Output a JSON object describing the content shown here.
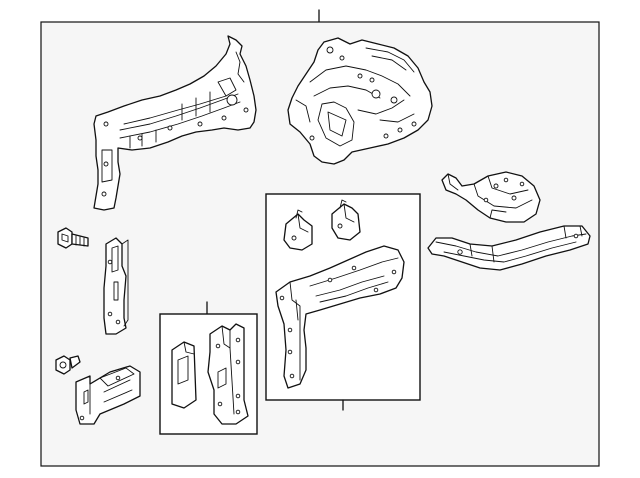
{
  "diagram": {
    "background_color": "#ffffff",
    "frame_color": "#f6f6f6",
    "line_color": "#111111",
    "parts": [
      {
        "id": "apron-rail-upper",
        "icon": "apron-rail-icon"
      },
      {
        "id": "wheelhouse-assembly",
        "icon": "wheelhouse-icon"
      },
      {
        "id": "bolt-upper",
        "icon": "bolt-icon"
      },
      {
        "id": "reinforcement-plate",
        "icon": "plate-icon"
      },
      {
        "id": "nut-lower",
        "icon": "nut-icon"
      },
      {
        "id": "bracket-lower",
        "icon": "bracket-icon"
      },
      {
        "id": "box-lower-parts",
        "icon": "group-box-icon"
      },
      {
        "id": "box-center-parts",
        "icon": "group-box-icon"
      },
      {
        "id": "mount-bracket-right",
        "icon": "mount-bracket-icon"
      },
      {
        "id": "side-rail-right",
        "icon": "side-rail-icon"
      }
    ]
  }
}
